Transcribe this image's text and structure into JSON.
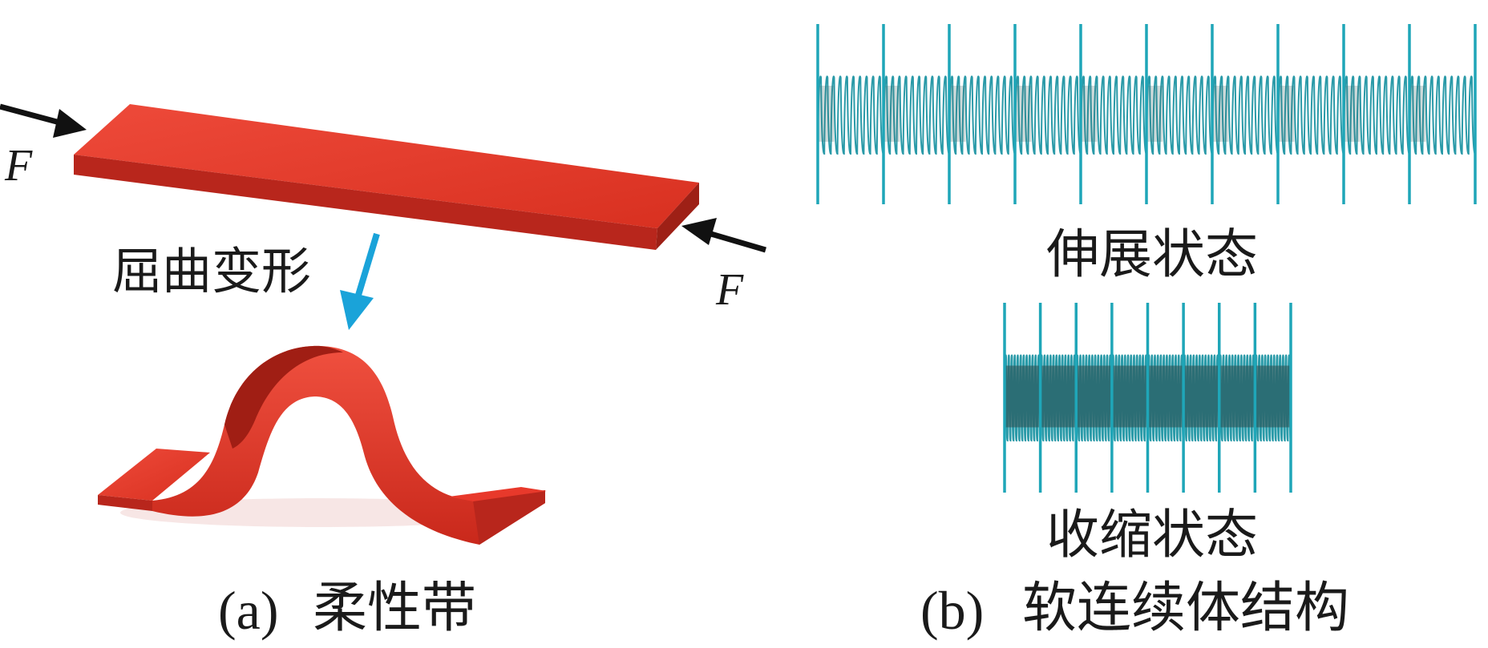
{
  "panel_a": {
    "force_label_left": "F",
    "force_label_right": "F",
    "deformation_label": "屈曲变形",
    "caption_prefix": "(a)",
    "caption_text": "柔性带"
  },
  "panel_b": {
    "extended_label": "伸展状态",
    "contracted_label": "收缩状态",
    "caption_prefix": "(b)",
    "caption_text": "软连续体结构"
  },
  "colors": {
    "strip_top": "#e8392b",
    "strip_side": "#b8261c",
    "arrow_blue": "#1aa3d9",
    "arrow_black": "#111111",
    "spring": "#2a9aa8",
    "disk": "#1fa6b8"
  },
  "icons": {
    "force_arrow": "arrow-icon",
    "deformation_arrow": "arrow-icon"
  }
}
